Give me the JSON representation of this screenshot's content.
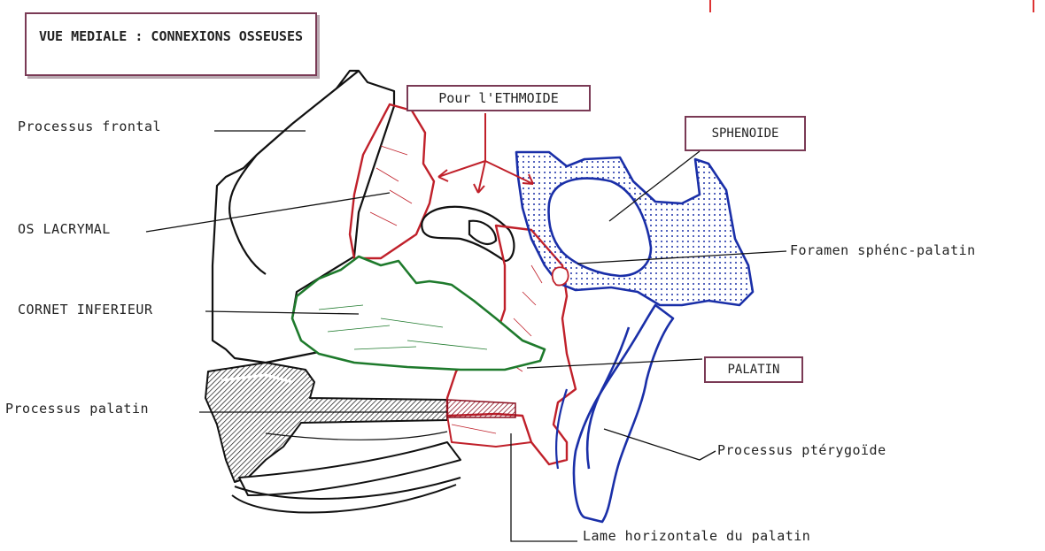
{
  "title": "VUE MEDIALE : CONNEXIONS OSSEUSES",
  "boxes": {
    "ethmoide": "Pour l'ETHMOIDE",
    "sphenoide": "SPHENOIDE",
    "palatin": "PALATIN"
  },
  "labels": {
    "processus_frontal": "Processus frontal",
    "os_lacrymal": "OS LACRYMAL",
    "cornet_inferieur": "CORNET INFERIEUR",
    "processus_palatin": "Processus palatin",
    "foramen": "Foramen sphénc-palatin",
    "processus_pterygoide": "Processus ptérygoïde",
    "lame_horizontale": "Lame horizontale du palatin"
  },
  "colors": {
    "lacrymal": "#c0202a",
    "palatin": "#c0202a",
    "cornet": "#1e7a2c",
    "sphenoide": "#1a2fa8",
    "maxillaire": "#111111",
    "box_border": "#7a3a55"
  }
}
